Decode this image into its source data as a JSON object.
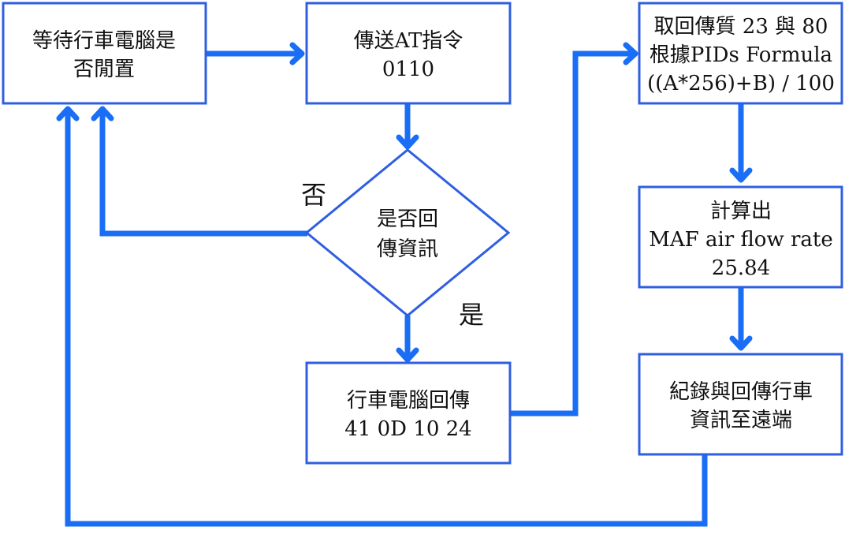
{
  "colors": {
    "box_border": "#2f5fe0",
    "arrow": "#1a6ef5",
    "text": "#111111",
    "background": "#ffffff"
  },
  "nodes": {
    "wait_idle": {
      "line1": "等待行車電腦是",
      "line2": "否閒置"
    },
    "send_at": {
      "line1": "傳送AT指令",
      "line2": "0110"
    },
    "decision": {
      "line1": "是否回",
      "line2": "傳資訊"
    },
    "ecu_reply": {
      "line1": "行車電腦回傳",
      "line2": "41 0D 10 24"
    },
    "retrieve": {
      "line1": "取回傳質 23 與 80",
      "line2": "根據PIDs Formula",
      "line3": "((A*256)+B) / 100"
    },
    "calculate": {
      "line1": "計算出",
      "line2": "MAF air flow rate",
      "line3": "25.84"
    },
    "record": {
      "line1": "紀錄與回傳行車",
      "line2": "資訊至遠端"
    }
  },
  "labels": {
    "no": "否",
    "yes": "是"
  }
}
